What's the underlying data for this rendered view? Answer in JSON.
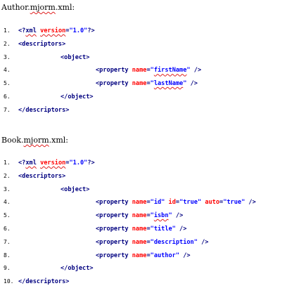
{
  "files": [
    {
      "title_prefix": "Author.",
      "title_squiggle": "mjorm",
      "title_suffix": ".xml:",
      "lines": [
        {
          "num": "1.",
          "parts": [
            [
              "tag",
              "<?"
            ],
            [
              "tag squig",
              "xml"
            ],
            [
              "tag",
              " "
            ],
            [
              "attr squig",
              "version"
            ],
            [
              "tag",
              "="
            ],
            [
              "val",
              "\"1.0\""
            ],
            [
              "tag",
              "?>"
            ]
          ]
        },
        {
          "num": "2.",
          "parts": [
            [
              "tag",
              "<descriptors>"
            ]
          ]
        },
        {
          "num": "3.",
          "parts": [
            [
              "tag",
              "<object>"
            ]
          ]
        },
        {
          "num": "4.",
          "parts": [
            [
              "tag",
              "<property "
            ],
            [
              "attr",
              "name"
            ],
            [
              "tag",
              "="
            ],
            [
              "val",
              "\""
            ],
            [
              "val squig",
              "firstName"
            ],
            [
              "val",
              "\""
            ],
            [
              "tag",
              " />"
            ]
          ]
        },
        {
          "num": "5.",
          "parts": [
            [
              "tag",
              "<property "
            ],
            [
              "attr",
              "name"
            ],
            [
              "tag",
              "="
            ],
            [
              "val",
              "\""
            ],
            [
              "val squig",
              "lastName"
            ],
            [
              "val",
              "\""
            ],
            [
              "tag",
              " />"
            ]
          ]
        },
        {
          "num": "6.",
          "parts": [
            [
              "tag",
              "</object>"
            ]
          ]
        },
        {
          "num": "7.",
          "parts": [
            [
              "tag",
              "</descriptors>"
            ]
          ]
        }
      ]
    },
    {
      "title_prefix": "Book.",
      "title_squiggle": "mjorm",
      "title_suffix": ".xml:",
      "lines": [
        {
          "num": "1.",
          "parts": [
            [
              "tag",
              "<?"
            ],
            [
              "tag squig",
              "xml"
            ],
            [
              "tag",
              " "
            ],
            [
              "attr squig",
              "version"
            ],
            [
              "tag",
              "="
            ],
            [
              "val",
              "\"1.0\""
            ],
            [
              "tag",
              "?>"
            ]
          ]
        },
        {
          "num": "2.",
          "parts": [
            [
              "tag",
              "<descriptors>"
            ]
          ]
        },
        {
          "num": "3.",
          "parts": [
            [
              "tag",
              "<object>"
            ]
          ]
        },
        {
          "num": "4.",
          "parts": [
            [
              "tag",
              "<property "
            ],
            [
              "attr",
              "name"
            ],
            [
              "tag",
              "="
            ],
            [
              "val",
              "\"id\""
            ],
            [
              "tag",
              " "
            ],
            [
              "attr",
              "id"
            ],
            [
              "tag",
              "="
            ],
            [
              "val",
              "\"true\""
            ],
            [
              "tag",
              " "
            ],
            [
              "attr",
              "auto"
            ],
            [
              "tag",
              "="
            ],
            [
              "val",
              "\"true\""
            ],
            [
              "tag",
              " />"
            ]
          ]
        },
        {
          "num": "5.",
          "parts": [
            [
              "tag",
              "<property "
            ],
            [
              "attr",
              "name"
            ],
            [
              "tag",
              "="
            ],
            [
              "val",
              "\""
            ],
            [
              "val squig",
              "isbn"
            ],
            [
              "val",
              "\""
            ],
            [
              "tag",
              " />"
            ]
          ]
        },
        {
          "num": "6.",
          "parts": [
            [
              "tag",
              "<property "
            ],
            [
              "attr",
              "name"
            ],
            [
              "tag",
              "="
            ],
            [
              "val",
              "\"title\""
            ],
            [
              "tag",
              " />"
            ]
          ]
        },
        {
          "num": "7.",
          "parts": [
            [
              "tag",
              "<property "
            ],
            [
              "attr",
              "name"
            ],
            [
              "tag",
              "="
            ],
            [
              "val",
              "\"description\""
            ],
            [
              "tag",
              " />"
            ]
          ]
        },
        {
          "num": "8.",
          "parts": [
            [
              "tag",
              "<property "
            ],
            [
              "attr",
              "name"
            ],
            [
              "tag",
              "="
            ],
            [
              "val",
              "\"author\""
            ],
            [
              "tag",
              " />"
            ]
          ]
        },
        {
          "num": "9.",
          "parts": [
            [
              "tag",
              "</object>"
            ]
          ]
        },
        {
          "num": "10.",
          "parts": [
            [
              "tag",
              "</descriptors>"
            ]
          ]
        }
      ]
    }
  ]
}
